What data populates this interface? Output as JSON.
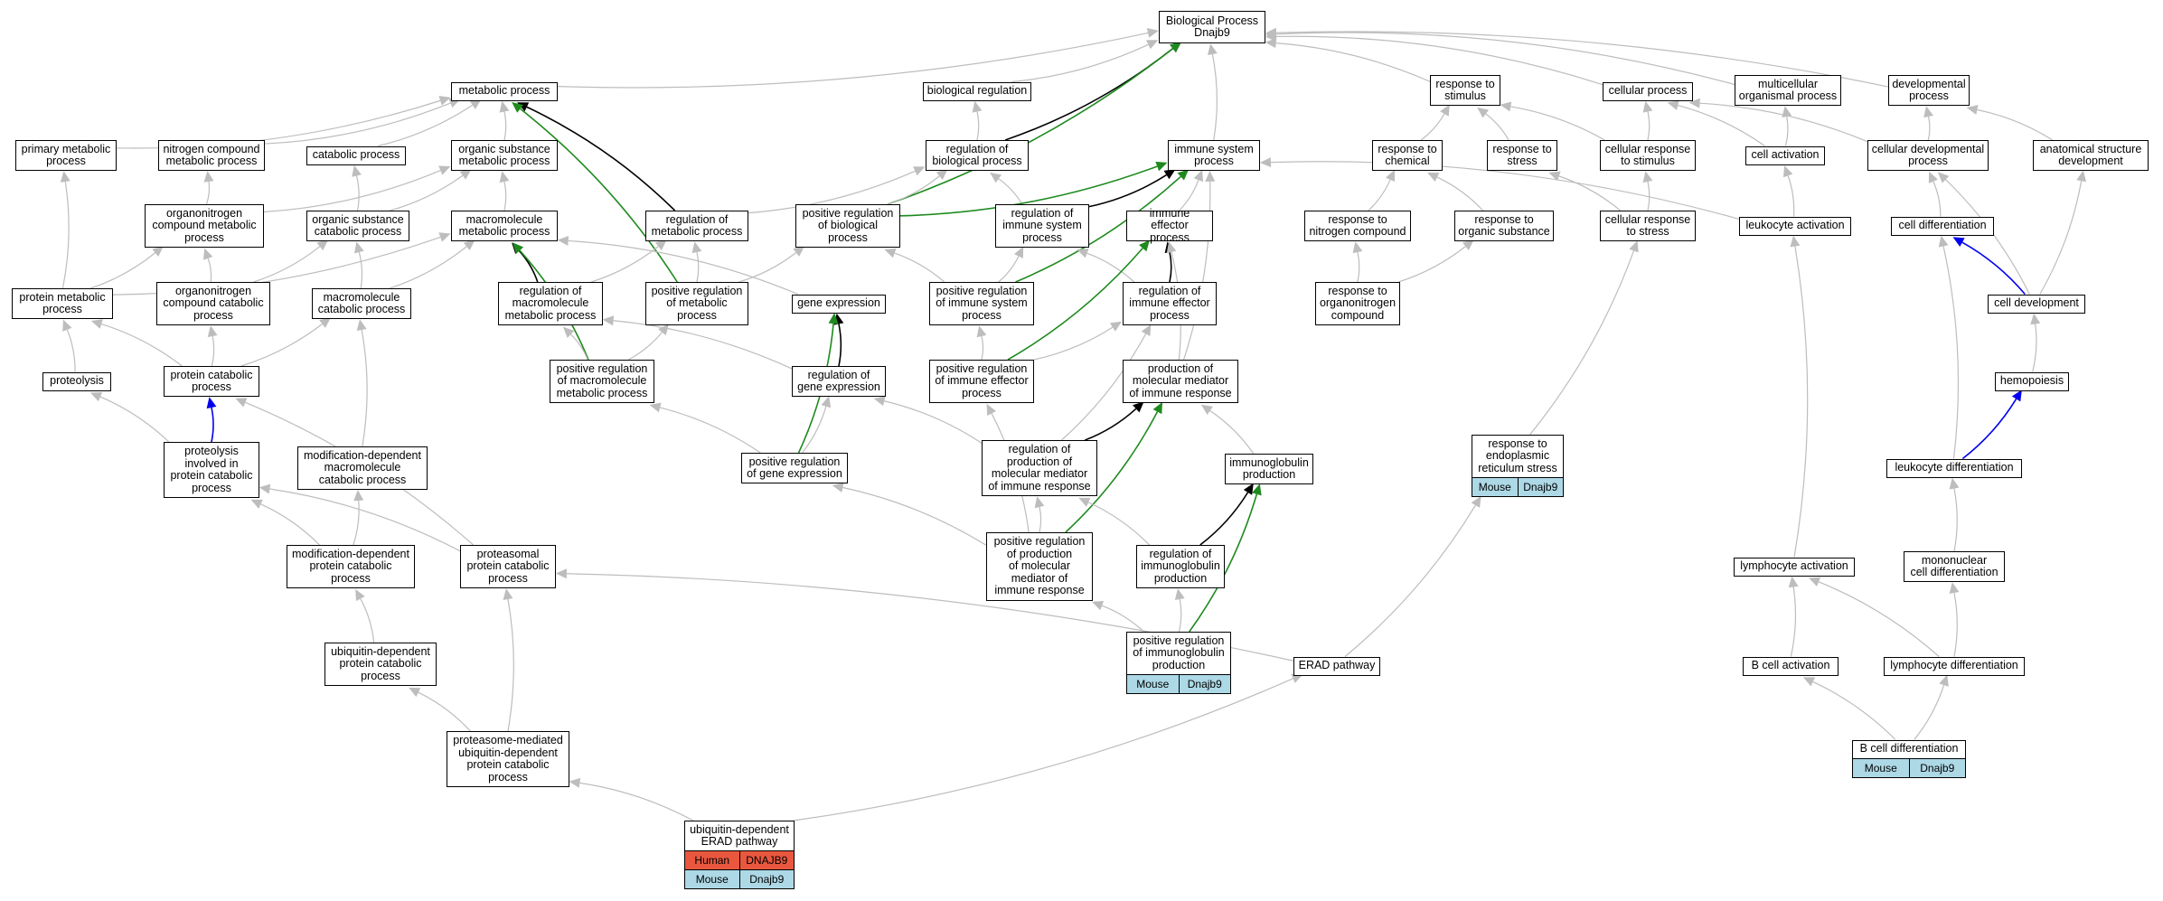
{
  "colors": {
    "is_a": "#bdbdbd",
    "regulates": "#000000",
    "positively_regulates": "#1e8a1e",
    "part_of": "#0000ee",
    "human": "#e9573f",
    "mouse": "#add8e6"
  },
  "nodes": [
    {
      "id": "root",
      "text": "Biological Process\nDnajb9"
    },
    {
      "id": "metab",
      "text": "metabolic process"
    },
    {
      "id": "bioreg",
      "text": "biological regulation"
    },
    {
      "id": "resp_stim",
      "text": "response to\nstimulus"
    },
    {
      "id": "cell_proc",
      "text": "cellular process"
    },
    {
      "id": "multicell",
      "text": "multicellular\norganismal process"
    },
    {
      "id": "devproc",
      "text": "developmental\nprocess"
    },
    {
      "id": "prim_metab",
      "text": "primary metabolic\nprocess"
    },
    {
      "id": "nitro_metab",
      "text": "nitrogen compound\nmetabolic process"
    },
    {
      "id": "catab",
      "text": "catabolic process"
    },
    {
      "id": "org_sub_metab",
      "text": "organic substance\nmetabolic process"
    },
    {
      "id": "reg_bio",
      "text": "regulation of\nbiological process"
    },
    {
      "id": "immune",
      "text": "immune system\nprocess"
    },
    {
      "id": "resp_chem",
      "text": "response to\nchemical"
    },
    {
      "id": "resp_stress",
      "text": "response to\nstress"
    },
    {
      "id": "cell_resp_stim",
      "text": "cellular response\nto stimulus"
    },
    {
      "id": "cell_act",
      "text": "cell activation"
    },
    {
      "id": "cell_dev_proc",
      "text": "cellular developmental\nprocess"
    },
    {
      "id": "anat_dev",
      "text": "anatomical structure\ndevelopment"
    },
    {
      "id": "orgnitro_metab",
      "text": "organonitrogen\ncompound metabolic\nprocess"
    },
    {
      "id": "org_sub_catab",
      "text": "organic substance\ncatabolic process"
    },
    {
      "id": "macromol_metab",
      "text": "macromolecule\nmetabolic process"
    },
    {
      "id": "reg_metab",
      "text": "regulation of\nmetabolic process"
    },
    {
      "id": "pos_reg_bio",
      "text": "positive regulation\nof biological\nprocess"
    },
    {
      "id": "reg_imm_sys",
      "text": "regulation of\nimmune system\nprocess"
    },
    {
      "id": "imm_eff",
      "text": "immune effector\nprocess"
    },
    {
      "id": "resp_nitro",
      "text": "response to\nnitrogen compound"
    },
    {
      "id": "resp_org_sub",
      "text": "response to\norganic substance"
    },
    {
      "id": "cell_resp_stress",
      "text": "cellular response\nto stress"
    },
    {
      "id": "leuk_act",
      "text": "leukocyte activation"
    },
    {
      "id": "cell_diff",
      "text": "cell differentiation"
    },
    {
      "id": "prot_metab",
      "text": "protein metabolic\nprocess"
    },
    {
      "id": "orgnitro_catab",
      "text": "organonitrogen\ncompound catabolic\nprocess"
    },
    {
      "id": "macromol_catab",
      "text": "macromolecule\ncatabolic process"
    },
    {
      "id": "reg_macromol",
      "text": "regulation of\nmacromolecule\nmetabolic process"
    },
    {
      "id": "pos_reg_metab",
      "text": "positive regulation\nof metabolic\nprocess"
    },
    {
      "id": "gene_expr",
      "text": "gene expression"
    },
    {
      "id": "pos_reg_imm_sys",
      "text": "positive regulation\nof immune system\nprocess"
    },
    {
      "id": "reg_imm_eff",
      "text": "regulation of\nimmune effector\nprocess"
    },
    {
      "id": "resp_organonitro",
      "text": "response to\norganonitrogen\ncompound"
    },
    {
      "id": "cell_dev",
      "text": "cell development"
    },
    {
      "id": "proteolysis",
      "text": "proteolysis"
    },
    {
      "id": "prot_catab",
      "text": "protein catabolic\nprocess"
    },
    {
      "id": "pos_reg_macromol",
      "text": "positive regulation\nof macromolecule\nmetabolic process"
    },
    {
      "id": "reg_gene",
      "text": "regulation of\ngene expression"
    },
    {
      "id": "pos_reg_imm_eff",
      "text": "positive regulation\nof immune effector\nprocess"
    },
    {
      "id": "prod_mol_med",
      "text": "production of\nmolecular mediator\nof immune response"
    },
    {
      "id": "hemopoiesis",
      "text": "hemopoiesis"
    },
    {
      "id": "prot_in_catab",
      "text": "proteolysis\ninvolved in\nprotein catabolic\nprocess"
    },
    {
      "id": "mod_macromol_catab",
      "text": "modification-dependent\nmacromolecule\ncatabolic process"
    },
    {
      "id": "pos_reg_gene",
      "text": "positive regulation\nof gene expression"
    },
    {
      "id": "reg_prod",
      "text": "regulation of\nproduction of\nmolecular mediator\nof immune response"
    },
    {
      "id": "ig_prod",
      "text": "immunoglobulin\nproduction"
    },
    {
      "id": "resp_er_stress",
      "text": "response to\nendoplasmic\nreticulum stress"
    },
    {
      "id": "leuk_diff",
      "text": "leukocyte differentiation"
    },
    {
      "id": "mod_prot_catab",
      "text": "modification-dependent\nprotein catabolic\nprocess"
    },
    {
      "id": "proteasomal",
      "text": "proteasomal\nprotein catabolic\nprocess"
    },
    {
      "id": "pos_reg_prod",
      "text": "positive regulation\nof production\nof molecular\nmediator of\nimmune response"
    },
    {
      "id": "reg_ig",
      "text": "regulation of\nimmunoglobulin\nproduction"
    },
    {
      "id": "lymph_act",
      "text": "lymphocyte activation"
    },
    {
      "id": "mono_diff",
      "text": "mononuclear\ncell differentiation"
    },
    {
      "id": "ubiq_catab",
      "text": "ubiquitin-dependent\nprotein catabolic\nprocess"
    },
    {
      "id": "pos_reg_ig",
      "text": "positive regulation\nof immunoglobulin\nproduction"
    },
    {
      "id": "erad",
      "text": "ERAD pathway"
    },
    {
      "id": "bcell_act",
      "text": "B cell activation"
    },
    {
      "id": "lymph_diff",
      "text": "lymphocyte differentiation"
    },
    {
      "id": "prot_ubiq",
      "text": "proteasome-mediated\nubiquitin-dependent\nprotein catabolic\nprocess"
    },
    {
      "id": "bcell_diff",
      "text": "B cell differentiation"
    },
    {
      "id": "ubiq_erad",
      "text": "ubiquitin-dependent\nERAD pathway"
    }
  ],
  "annotations": [
    {
      "node": "pos_reg_ig",
      "rows": [
        {
          "species": "Mouse",
          "gene": "Dnajb9",
          "color": "mouse"
        }
      ]
    },
    {
      "node": "resp_er_stress",
      "rows": [
        {
          "species": "Mouse",
          "gene": "Dnajb9",
          "color": "mouse"
        }
      ]
    },
    {
      "node": "bcell_diff",
      "rows": [
        {
          "species": "Mouse",
          "gene": "Dnajb9",
          "color": "mouse"
        }
      ]
    },
    {
      "node": "ubiq_erad",
      "rows": [
        {
          "species": "Human",
          "gene": "DNAJB9",
          "color": "human"
        },
        {
          "species": "Mouse",
          "gene": "Dnajb9",
          "color": "mouse"
        }
      ]
    }
  ],
  "edges": [
    {
      "from": "metab",
      "to": "root",
      "type": "is_a"
    },
    {
      "from": "bioreg",
      "to": "root",
      "type": "is_a"
    },
    {
      "from": "resp_stim",
      "to": "root",
      "type": "is_a"
    },
    {
      "from": "cell_proc",
      "to": "root",
      "type": "is_a"
    },
    {
      "from": "multicell",
      "to": "root",
      "type": "is_a"
    },
    {
      "from": "devproc",
      "to": "root",
      "type": "is_a"
    },
    {
      "from": "immune",
      "to": "root",
      "type": "is_a"
    },
    {
      "from": "reg_bio",
      "to": "root",
      "type": "regulates"
    },
    {
      "from": "pos_reg_bio",
      "to": "root",
      "type": "positively_regulates"
    },
    {
      "from": "prim_metab",
      "to": "metab",
      "type": "is_a"
    },
    {
      "from": "nitro_metab",
      "to": "metab",
      "type": "is_a"
    },
    {
      "from": "catab",
      "to": "metab",
      "type": "is_a"
    },
    {
      "from": "org_sub_metab",
      "to": "metab",
      "type": "is_a"
    },
    {
      "from": "reg_metab",
      "to": "metab",
      "type": "regulates"
    },
    {
      "from": "pos_reg_metab",
      "to": "metab",
      "type": "positively_regulates"
    },
    {
      "from": "reg_bio",
      "to": "bioreg",
      "type": "is_a"
    },
    {
      "from": "resp_chem",
      "to": "resp_stim",
      "type": "is_a"
    },
    {
      "from": "resp_stress",
      "to": "resp_stim",
      "type": "is_a"
    },
    {
      "from": "cell_resp_stim",
      "to": "resp_stim",
      "type": "is_a"
    },
    {
      "from": "cell_resp_stim",
      "to": "cell_proc",
      "type": "is_a"
    },
    {
      "from": "cell_act",
      "to": "cell_proc",
      "type": "is_a"
    },
    {
      "from": "cell_dev_proc",
      "to": "cell_proc",
      "type": "is_a"
    },
    {
      "from": "cell_act",
      "to": "multicell",
      "type": "is_a"
    },
    {
      "from": "cell_dev_proc",
      "to": "devproc",
      "type": "is_a"
    },
    {
      "from": "anat_dev",
      "to": "devproc",
      "type": "is_a"
    },
    {
      "from": "orgnitro_metab",
      "to": "nitro_metab",
      "type": "is_a"
    },
    {
      "from": "orgnitro_metab",
      "to": "org_sub_metab",
      "type": "is_a"
    },
    {
      "from": "org_sub_catab",
      "to": "catab",
      "type": "is_a"
    },
    {
      "from": "org_sub_catab",
      "to": "org_sub_metab",
      "type": "is_a"
    },
    {
      "from": "macromol_metab",
      "to": "org_sub_metab",
      "type": "is_a"
    },
    {
      "from": "reg_metab",
      "to": "reg_bio",
      "type": "is_a"
    },
    {
      "from": "pos_reg_bio",
      "to": "reg_bio",
      "type": "is_a"
    },
    {
      "from": "reg_imm_sys",
      "to": "reg_bio",
      "type": "is_a"
    },
    {
      "from": "reg_imm_sys",
      "to": "immune",
      "type": "regulates"
    },
    {
      "from": "pos_reg_bio",
      "to": "immune",
      "type": "positively_regulates"
    },
    {
      "from": "pos_reg_imm_sys",
      "to": "immune",
      "type": "positively_regulates"
    },
    {
      "from": "imm_eff",
      "to": "immune",
      "type": "is_a"
    },
    {
      "from": "leuk_act",
      "to": "immune",
      "type": "is_a"
    },
    {
      "from": "prod_mol_med",
      "to": "immune",
      "type": "is_a"
    },
    {
      "from": "resp_nitro",
      "to": "resp_chem",
      "type": "is_a"
    },
    {
      "from": "resp_org_sub",
      "to": "resp_chem",
      "type": "is_a"
    },
    {
      "from": "cell_resp_stress",
      "to": "resp_stress",
      "type": "is_a"
    },
    {
      "from": "cell_resp_stress",
      "to": "cell_resp_stim",
      "type": "is_a"
    },
    {
      "from": "leuk_act",
      "to": "cell_act",
      "type": "is_a"
    },
    {
      "from": "cell_diff",
      "to": "cell_dev_proc",
      "type": "is_a"
    },
    {
      "from": "cell_dev",
      "to": "cell_dev_proc",
      "type": "is_a"
    },
    {
      "from": "cell_dev",
      "to": "anat_dev",
      "type": "is_a"
    },
    {
      "from": "prot_metab",
      "to": "prim_metab",
      "type": "is_a"
    },
    {
      "from": "prot_metab",
      "to": "orgnitro_metab",
      "type": "is_a"
    },
    {
      "from": "prot_metab",
      "to": "macromol_metab",
      "type": "is_a"
    },
    {
      "from": "orgnitro_catab",
      "to": "orgnitro_metab",
      "type": "is_a"
    },
    {
      "from": "orgnitro_catab",
      "to": "org_sub_catab",
      "type": "is_a"
    },
    {
      "from": "macromol_catab",
      "to": "macromol_metab",
      "type": "is_a"
    },
    {
      "from": "macromol_catab",
      "to": "org_sub_catab",
      "type": "is_a"
    },
    {
      "from": "reg_macromol",
      "to": "macromol_metab",
      "type": "regulates"
    },
    {
      "from": "reg_macromol",
      "to": "reg_metab",
      "type": "is_a"
    },
    {
      "from": "pos_reg_macromol",
      "to": "macromol_metab",
      "type": "positively_regulates"
    },
    {
      "from": "gene_expr",
      "to": "macromol_metab",
      "type": "is_a"
    },
    {
      "from": "pos_reg_metab",
      "to": "pos_reg_bio",
      "type": "is_a"
    },
    {
      "from": "pos_reg_metab",
      "to": "reg_metab",
      "type": "is_a"
    },
    {
      "from": "pos_reg_imm_sys",
      "to": "pos_reg_bio",
      "type": "is_a"
    },
    {
      "from": "pos_reg_imm_sys",
      "to": "reg_imm_sys",
      "type": "is_a"
    },
    {
      "from": "reg_imm_eff",
      "to": "reg_imm_sys",
      "type": "is_a"
    },
    {
      "from": "reg_imm_eff",
      "to": "imm_eff",
      "type": "regulates"
    },
    {
      "from": "pos_reg_imm_eff",
      "to": "imm_eff",
      "type": "positively_regulates"
    },
    {
      "from": "resp_organonitro",
      "to": "resp_nitro",
      "type": "is_a"
    },
    {
      "from": "resp_organonitro",
      "to": "resp_org_sub",
      "type": "is_a"
    },
    {
      "from": "cell_dev",
      "to": "cell_diff",
      "type": "part_of"
    },
    {
      "from": "proteolysis",
      "to": "prot_metab",
      "type": "is_a"
    },
    {
      "from": "prot_catab",
      "to": "prot_metab",
      "type": "is_a"
    },
    {
      "from": "prot_catab",
      "to": "orgnitro_catab",
      "type": "is_a"
    },
    {
      "from": "prot_catab",
      "to": "macromol_catab",
      "type": "is_a"
    },
    {
      "from": "pos_reg_macromol",
      "to": "reg_macromol",
      "type": "is_a"
    },
    {
      "from": "pos_reg_macromol",
      "to": "pos_reg_metab",
      "type": "is_a"
    },
    {
      "from": "reg_gene",
      "to": "gene_expr",
      "type": "regulates"
    },
    {
      "from": "reg_gene",
      "to": "reg_macromol",
      "type": "is_a"
    },
    {
      "from": "pos_reg_gene",
      "to": "gene_expr",
      "type": "positively_regulates"
    },
    {
      "from": "pos_reg_imm_eff",
      "to": "pos_reg_imm_sys",
      "type": "is_a"
    },
    {
      "from": "pos_reg_imm_eff",
      "to": "reg_imm_eff",
      "type": "is_a"
    },
    {
      "from": "prod_mol_med",
      "to": "imm_eff",
      "type": "is_a"
    },
    {
      "from": "hemopoiesis",
      "to": "cell_dev",
      "type": "is_a"
    },
    {
      "from": "prot_in_catab",
      "to": "proteolysis",
      "type": "is_a"
    },
    {
      "from": "prot_in_catab",
      "to": "prot_catab",
      "type": "part_of"
    },
    {
      "from": "mod_macromol_catab",
      "to": "macromol_catab",
      "type": "is_a"
    },
    {
      "from": "pos_reg_gene",
      "to": "reg_gene",
      "type": "is_a"
    },
    {
      "from": "pos_reg_gene",
      "to": "pos_reg_macromol",
      "type": "is_a"
    },
    {
      "from": "reg_prod",
      "to": "prod_mol_med",
      "type": "regulates"
    },
    {
      "from": "reg_prod",
      "to": "reg_gene",
      "type": "is_a"
    },
    {
      "from": "reg_prod",
      "to": "reg_imm_eff",
      "type": "is_a"
    },
    {
      "from": "ig_prod",
      "to": "prod_mol_med",
      "type": "is_a"
    },
    {
      "from": "resp_er_stress",
      "to": "cell_resp_stress",
      "type": "is_a"
    },
    {
      "from": "leuk_diff",
      "to": "hemopoiesis",
      "type": "part_of"
    },
    {
      "from": "leuk_diff",
      "to": "cell_diff",
      "type": "is_a"
    },
    {
      "from": "mod_prot_catab",
      "to": "prot_in_catab",
      "type": "is_a"
    },
    {
      "from": "mod_prot_catab",
      "to": "mod_macromol_catab",
      "type": "is_a"
    },
    {
      "from": "proteasomal",
      "to": "prot_in_catab",
      "type": "is_a"
    },
    {
      "from": "proteasomal",
      "to": "prot_catab",
      "type": "is_a"
    },
    {
      "from": "pos_reg_prod",
      "to": "prod_mol_med",
      "type": "positively_regulates"
    },
    {
      "from": "pos_reg_prod",
      "to": "reg_prod",
      "type": "is_a"
    },
    {
      "from": "pos_reg_prod",
      "to": "pos_reg_gene",
      "type": "is_a"
    },
    {
      "from": "pos_reg_prod",
      "to": "pos_reg_imm_eff",
      "type": "is_a"
    },
    {
      "from": "reg_ig",
      "to": "ig_prod",
      "type": "regulates"
    },
    {
      "from": "reg_ig",
      "to": "reg_prod",
      "type": "is_a"
    },
    {
      "from": "lymph_act",
      "to": "leuk_act",
      "type": "is_a"
    },
    {
      "from": "mono_diff",
      "to": "leuk_diff",
      "type": "is_a"
    },
    {
      "from": "ubiq_catab",
      "to": "mod_prot_catab",
      "type": "is_a"
    },
    {
      "from": "pos_reg_ig",
      "to": "ig_prod",
      "type": "positively_regulates"
    },
    {
      "from": "pos_reg_ig",
      "to": "reg_ig",
      "type": "is_a"
    },
    {
      "from": "pos_reg_ig",
      "to": "pos_reg_prod",
      "type": "is_a"
    },
    {
      "from": "erad",
      "to": "resp_er_stress",
      "type": "is_a"
    },
    {
      "from": "erad",
      "to": "proteasomal",
      "type": "is_a"
    },
    {
      "from": "bcell_act",
      "to": "lymph_act",
      "type": "is_a"
    },
    {
      "from": "lymph_diff",
      "to": "lymph_act",
      "type": "is_a"
    },
    {
      "from": "lymph_diff",
      "to": "mono_diff",
      "type": "is_a"
    },
    {
      "from": "prot_ubiq",
      "to": "ubiq_catab",
      "type": "is_a"
    },
    {
      "from": "prot_ubiq",
      "to": "proteasomal",
      "type": "is_a"
    },
    {
      "from": "bcell_diff",
      "to": "bcell_act",
      "type": "is_a"
    },
    {
      "from": "bcell_diff",
      "to": "lymph_diff",
      "type": "is_a"
    },
    {
      "from": "ubiq_erad",
      "to": "prot_ubiq",
      "type": "is_a"
    },
    {
      "from": "ubiq_erad",
      "to": "erad",
      "type": "is_a"
    }
  ]
}
